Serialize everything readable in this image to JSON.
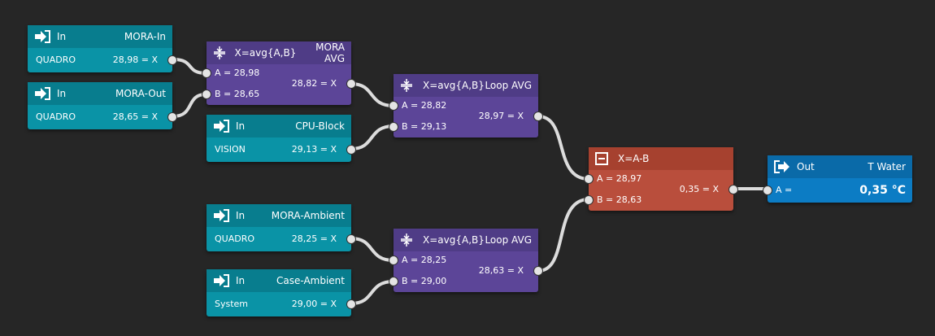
{
  "nodes": {
    "mora_in": {
      "kind": "In",
      "title": "MORA-In",
      "sensor": "QUADRO",
      "value": "28,98 = X"
    },
    "mora_out": {
      "kind": "In",
      "title": "MORA-Out",
      "sensor": "QUADRO",
      "value": "28,65 = X"
    },
    "cpu_block": {
      "kind": "In",
      "title": "CPU-Block",
      "sensor": "VISION",
      "value": "29,13 = X"
    },
    "mora_ambient": {
      "kind": "In",
      "title": "MORA-Ambient",
      "sensor": "QUADRO",
      "value": "28,25 = X"
    },
    "case_ambient": {
      "kind": "In",
      "title": "Case-Ambient",
      "sensor": "System",
      "value": "29,00 = X"
    },
    "mora_avg": {
      "formula": "X=avg{A,B}",
      "title": "MORA AVG",
      "a": "A = 28,98",
      "b": "B = 28,65",
      "x": "28,82 = X"
    },
    "loop_avg_1": {
      "formula": "X=avg{A,B}",
      "title": "Loop AVG",
      "a": "A = 28,82",
      "b": "B = 29,13",
      "x": "28,97 = X"
    },
    "loop_avg_2": {
      "formula": "X=avg{A,B}",
      "title": "Loop AVG",
      "a": "A = 28,25",
      "b": "B = 29,00",
      "x": "28,63 = X"
    },
    "subtract": {
      "formula": "X=A-B",
      "a": "A = 28,97",
      "b": "B = 28,63",
      "x": "0,35 = X"
    },
    "output": {
      "kind": "Out",
      "title": "T Water",
      "a": "A =",
      "value": "0,35 °C"
    }
  },
  "colors": {
    "source": "#0a93a6",
    "average": "#5c4598",
    "subtract": "#b94e3c",
    "output": "#0c7cc4",
    "wire": "#dcdcdc",
    "background": "#262626"
  }
}
